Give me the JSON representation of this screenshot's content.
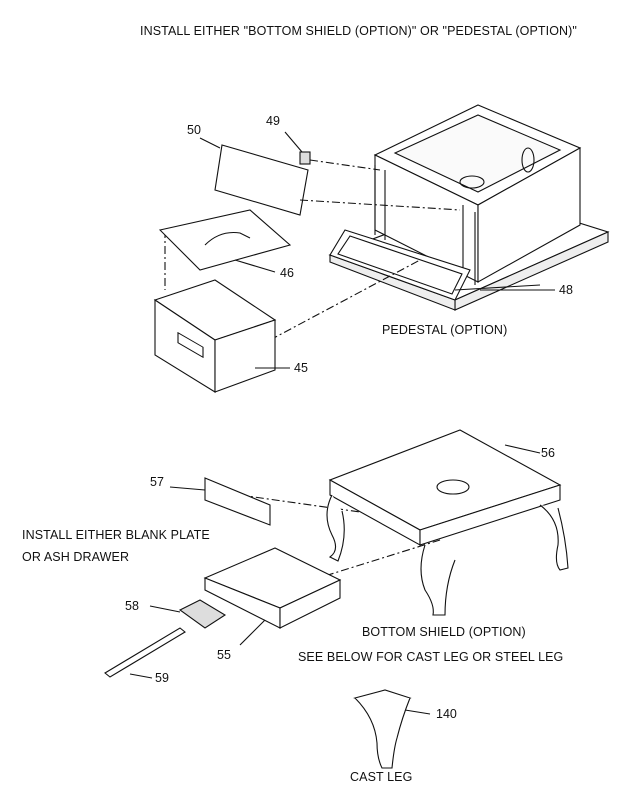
{
  "title": "INSTALL EITHER \"BOTTOM SHIELD (OPTION)\" OR \"PEDESTAL (OPTION)\"",
  "pedestal": {
    "caption": "PEDESTAL (OPTION)",
    "parts": [
      "50",
      "49",
      "46",
      "45",
      "48"
    ]
  },
  "bottom_shield": {
    "caption": "BOTTOM SHIELD (OPTION)",
    "note": "SEE BELOW FOR CAST LEG OR STEEL LEG",
    "install_note_line1": "INSTALL EITHER BLANK PLATE",
    "install_note_line2": "OR ASH DRAWER",
    "parts": [
      "56",
      "57",
      "58",
      "55",
      "59"
    ]
  },
  "cast_leg": {
    "caption": "CAST LEG",
    "part": "140"
  }
}
